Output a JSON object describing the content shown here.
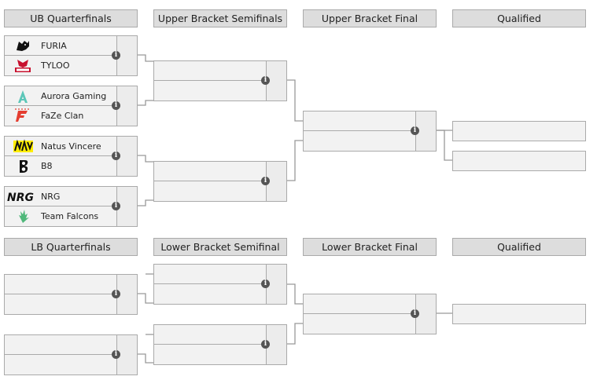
{
  "upper": {
    "headers": [
      "UB Quarterfinals",
      "Upper Bracket Semifinals",
      "Upper Bracket Final",
      "Qualified"
    ],
    "quarterfinals": [
      {
        "team1": "FURIA",
        "logo1": "furia-logo",
        "team2": "TYLOO",
        "logo2": "tyloo-logo"
      },
      {
        "team1": "Aurora Gaming",
        "logo1": "aurora-logo",
        "team2": "FaZe Clan",
        "logo2": "faze-logo"
      },
      {
        "team1": "Natus Vincere",
        "logo1": "navi-logo",
        "team2": "B8",
        "logo2": "b8-logo"
      },
      {
        "team1": "NRG",
        "logo1": "nrg-logo",
        "team2": "Team Falcons",
        "logo2": "falcons-logo"
      }
    ]
  },
  "lower": {
    "headers": [
      "LB Quarterfinals",
      "Lower Bracket Semifinal",
      "Lower Bracket Final",
      "Qualified"
    ]
  },
  "icons": {
    "info": "i"
  },
  "colors": {
    "header_bg": "#dddddd",
    "slot_bg": "#f2f2f2",
    "border": "#aaaaaa",
    "line": "#999999",
    "info": "#555555"
  }
}
